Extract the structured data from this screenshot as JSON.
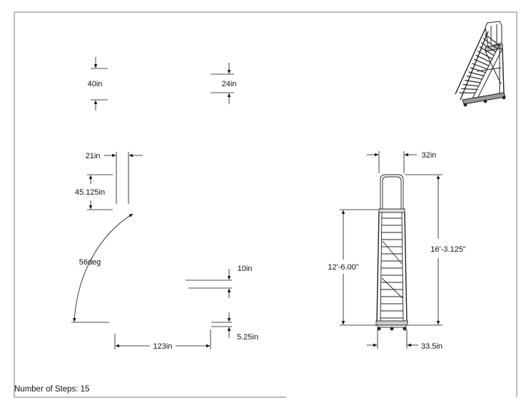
{
  "drawing": {
    "dimensions": {
      "top_platform_height": "40in",
      "top_platform_depth": "24in",
      "handrail_width": "21in",
      "handrail_height": "45.125in",
      "climb_angle": "56deg",
      "step_spacing": "10in",
      "bottom_clearance": "5.25in",
      "base_length": "123in",
      "top_width": "32in",
      "overall_height": "16'-3.125\"",
      "platform_height": "12'-6.00\"",
      "base_width": "33.5in"
    },
    "step_count_label": "Number of Steps: 15",
    "steps": 15
  }
}
